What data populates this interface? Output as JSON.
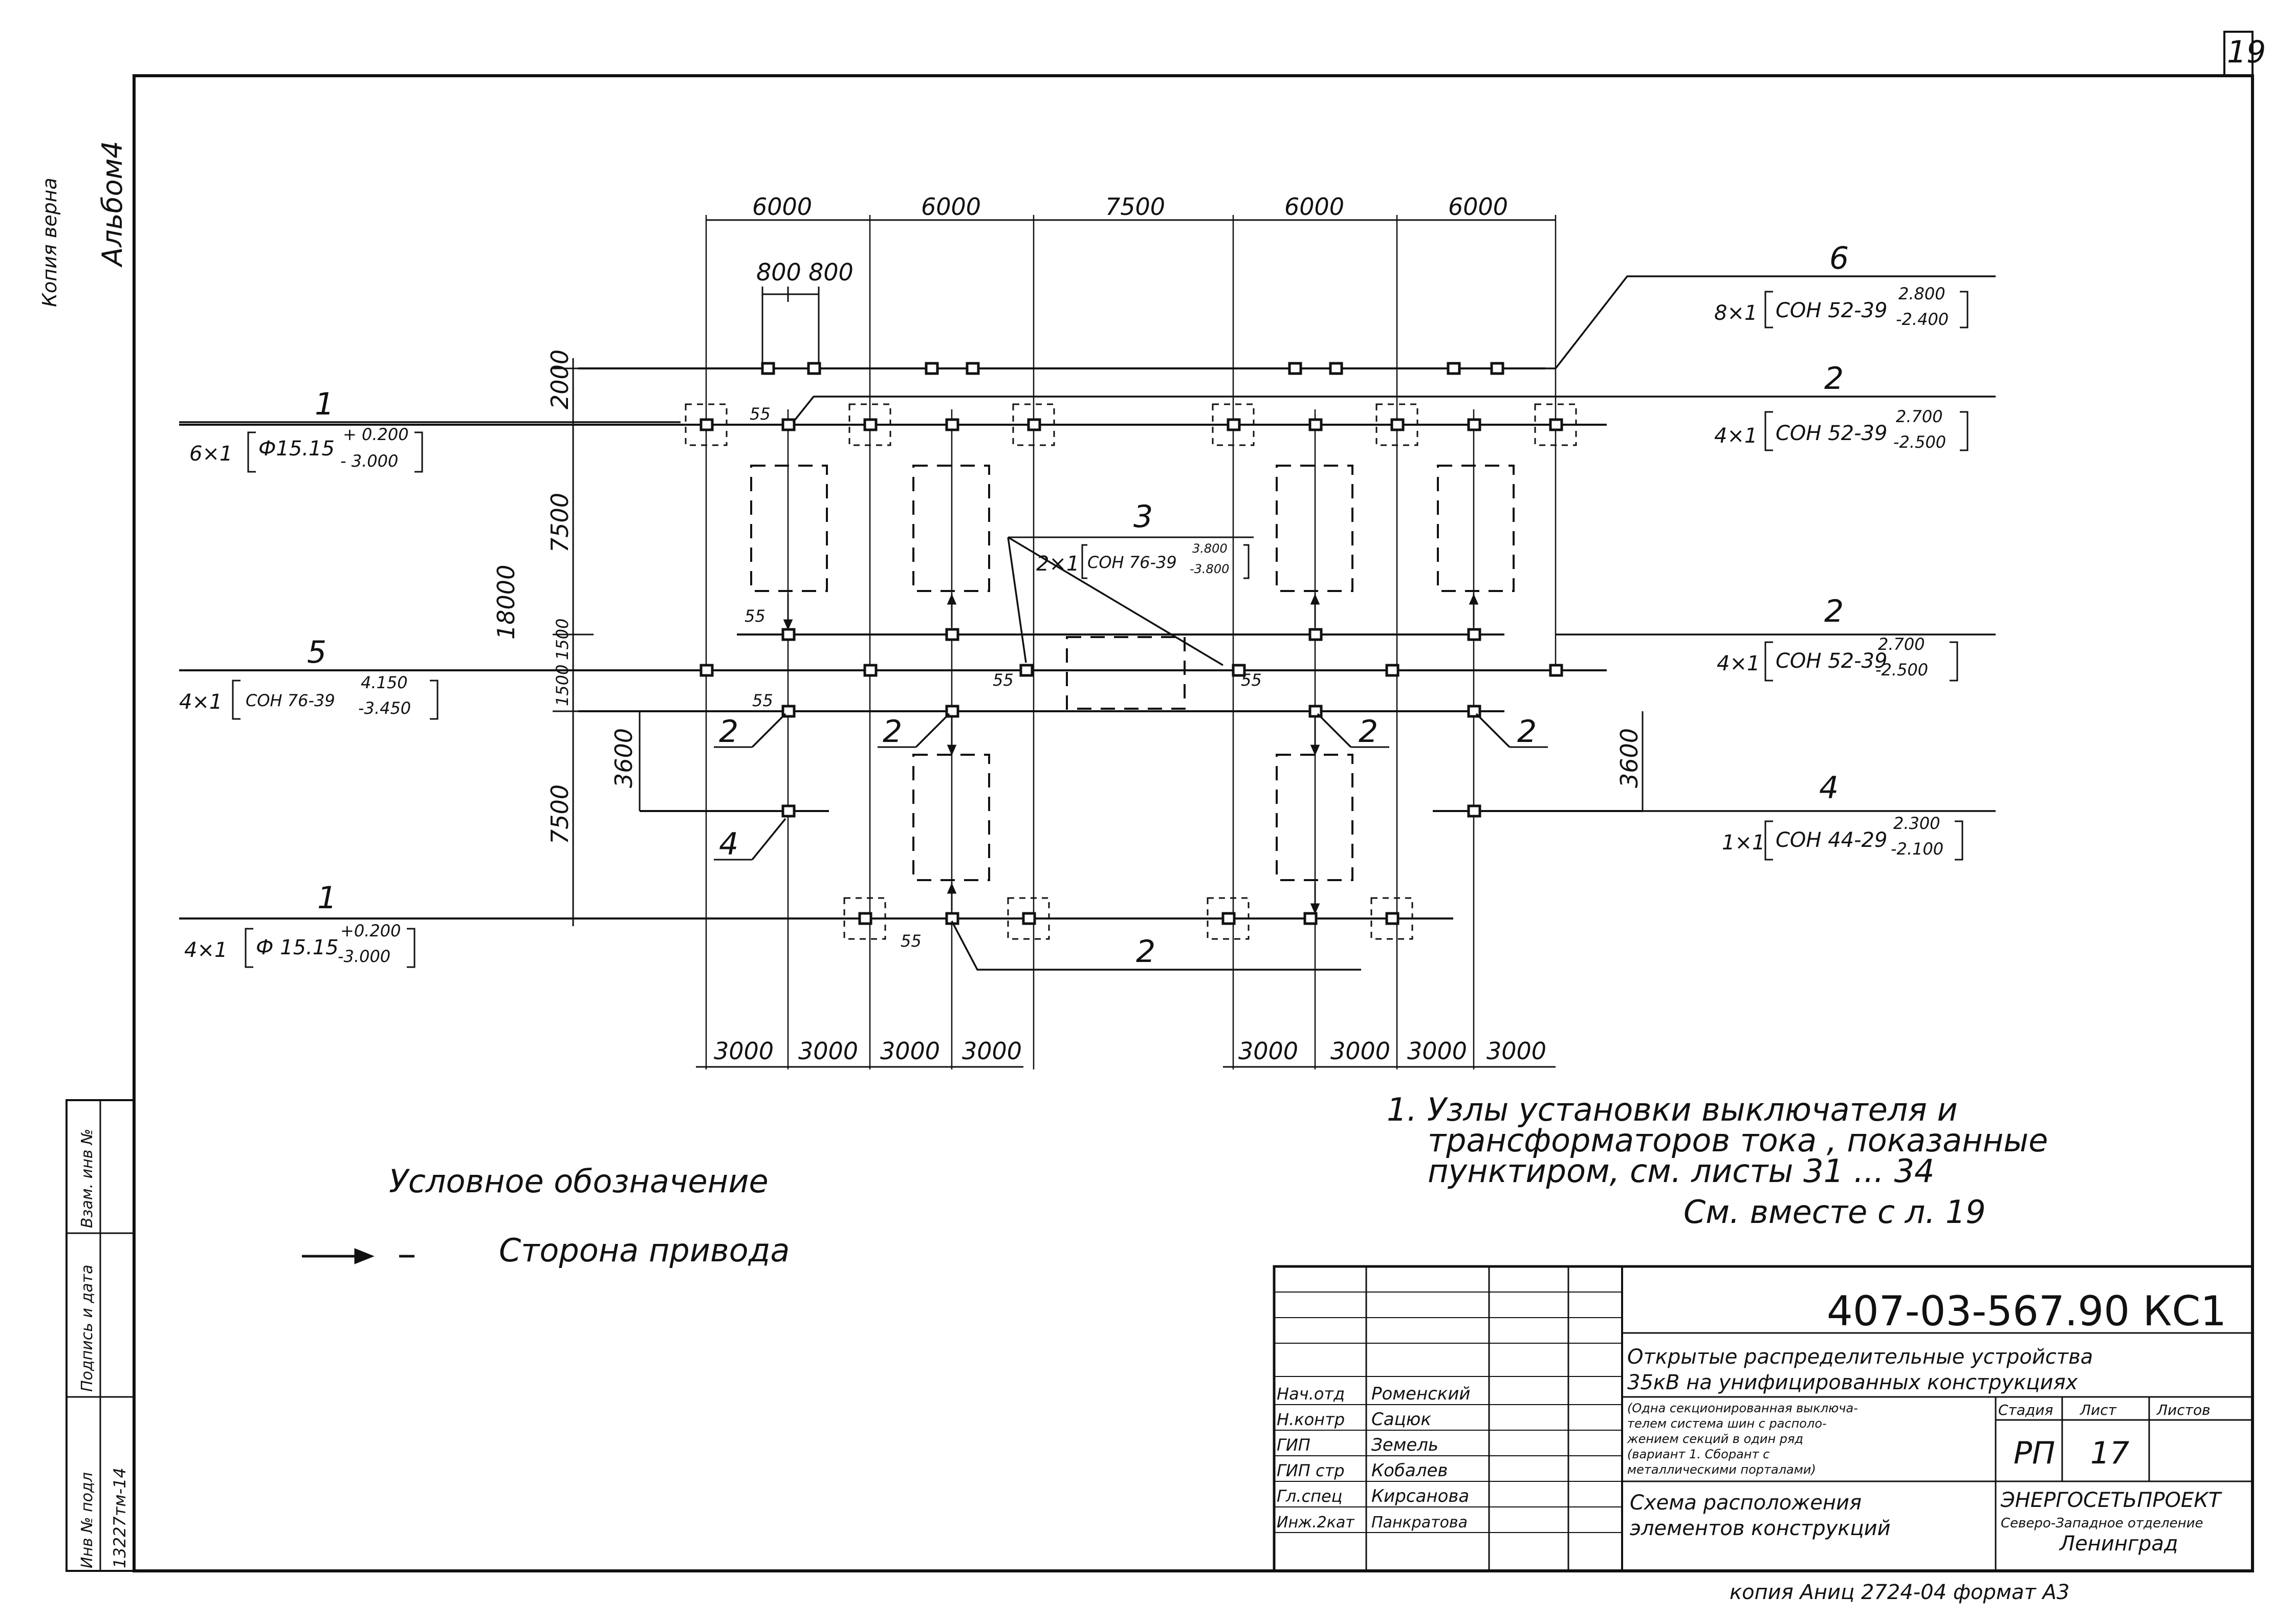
{
  "sheet": {
    "number": "19",
    "album": "Альбом4",
    "stamp_top": "Копия верна",
    "format_note": "копия   Аниц   2724-04   формат А3"
  },
  "side_panel": {
    "inv": "Инв № подл",
    "inv_value": "13227тм-14",
    "sign": "Подпись и дата",
    "vzam": "Взам. инв №"
  },
  "dimensions": {
    "top": [
      "6000",
      "6000",
      "7500",
      "6000",
      "6000"
    ],
    "top_small": [
      "800",
      "800"
    ],
    "bottom_left": [
      "3000",
      "3000",
      "3000",
      "3000"
    ],
    "bottom_right": [
      "3000",
      "3000",
      "3000",
      "3000"
    ],
    "left_vertical": [
      "2000",
      "7500",
      "1500",
      "1500",
      "7500"
    ],
    "total_vertical": "18000",
    "v3600_left": "3600",
    "v3600_right": "3600",
    "small_55": "55"
  },
  "callouts": {
    "c6": {
      "num": "6",
      "qty": "8×1",
      "code": "СОН 52-39",
      "top": "2.800",
      "bottom": "-2.400"
    },
    "c2a": {
      "num": "2",
      "qty": "4×1",
      "code": "СОН 52-39",
      "top": "2.700",
      "bottom": "-2.500"
    },
    "c1a": {
      "num": "1",
      "qty": "6×1",
      "code": "Ф15.15",
      "top": "+ 0.200",
      "bottom": "- 3.000"
    },
    "c3": {
      "num": "3",
      "qty": "2×1",
      "code": "СОН 76-39",
      "top": "3.800",
      "bottom": "-3.800"
    },
    "c2b": {
      "num": "2",
      "qty": "4×1",
      "code": "СОН 52-39",
      "top": "2.700",
      "bottom": "-2.500"
    },
    "c5": {
      "num": "5",
      "qty": "4×1",
      "code": "СОН 76-39",
      "top": "4.150",
      "bottom": "-3.450"
    },
    "c4": {
      "num": "4",
      "qty": "1×1",
      "code": "СОН 44-29",
      "top": "2.300",
      "bottom": "-2.100"
    },
    "c1b": {
      "num": "1",
      "qty": "4×1",
      "code": "Ф 15.15",
      "top": "+0.200",
      "bottom": "-3.000"
    },
    "marks": [
      "2",
      "2",
      "2",
      "2",
      "4",
      "2"
    ]
  },
  "legend": {
    "title": "Условное обозначение",
    "item": "Сторона привода"
  },
  "notes": {
    "line1": "1. Узлы  установки  выключателя  и",
    "line2": "трансформаторов  тока , показанные",
    "line3": "пунктиром, см. листы 31 ... 34",
    "line4": "См. вместе с л. 19"
  },
  "title_block": {
    "code": "407-03-567.90 КС1",
    "project_l1": "Открытые  распределительные  устройства",
    "project_l2": "35кВ на унифицированных конструкциях",
    "sub_l1": "(Одна секционированная выключа-",
    "sub_l2": "телем система шин с располо-",
    "sub_l3": "жением секций в один ряд",
    "sub_l4": "(вариант 1. Сборант с",
    "sub_l5": "металлическими порталами)",
    "sheet_title_l1": "Схема  расположения",
    "sheet_title_l2": "элементов конструкций",
    "stage_h": "Стадия",
    "list_h": "Лист",
    "lists_h": "Листов",
    "stage": "РП",
    "list": "17",
    "org_l1": "ЭНЕРГОСЕТЬПРОЕКТ",
    "org_l2": "Северо-Западное отделение",
    "org_l3": "Ленинград",
    "roles": [
      {
        "role": "Нач.отд",
        "name": "Роменский"
      },
      {
        "role": "Н.контр",
        "name": "Сацюк"
      },
      {
        "role": "ГИП",
        "name": "Земель"
      },
      {
        "role": "ГИП стр",
        "name": "Кобалев"
      },
      {
        "role": "Гл.спец",
        "name": "Кирсанова"
      },
      {
        "role": "Инж.2кат",
        "name": "Панкратова"
      }
    ]
  }
}
